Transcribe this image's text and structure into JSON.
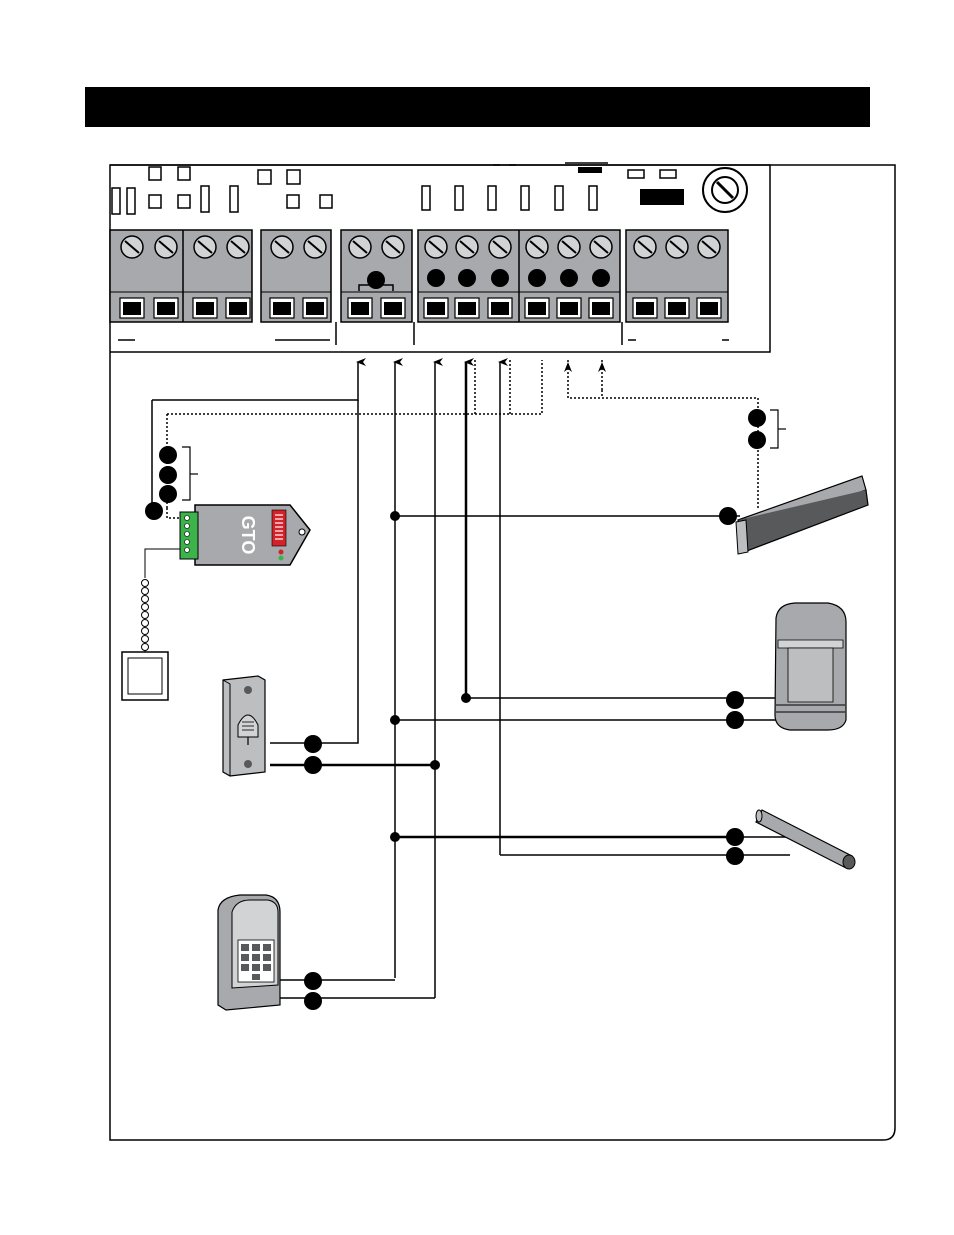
{
  "header": {
    "title": ""
  },
  "devices": {
    "gto_receiver": {
      "logo": "GTO"
    },
    "push_button_box": {
      "name": "push-button-station"
    },
    "intercom": {
      "name": "intercom-call-box"
    },
    "keypad": {
      "name": "wireless-keypad"
    },
    "safety_edge": {
      "name": "safety-edge"
    },
    "motion_sensor": {
      "name": "motion-sensor"
    },
    "vehicle_probe": {
      "name": "vehicle-sensor-probe"
    }
  },
  "colors": {
    "line": "#000000",
    "device_gray": "#a7a9ac",
    "device_dark": "#58595b",
    "receiver_red": "#d2232a",
    "terminal_green": "#3cb44b"
  }
}
